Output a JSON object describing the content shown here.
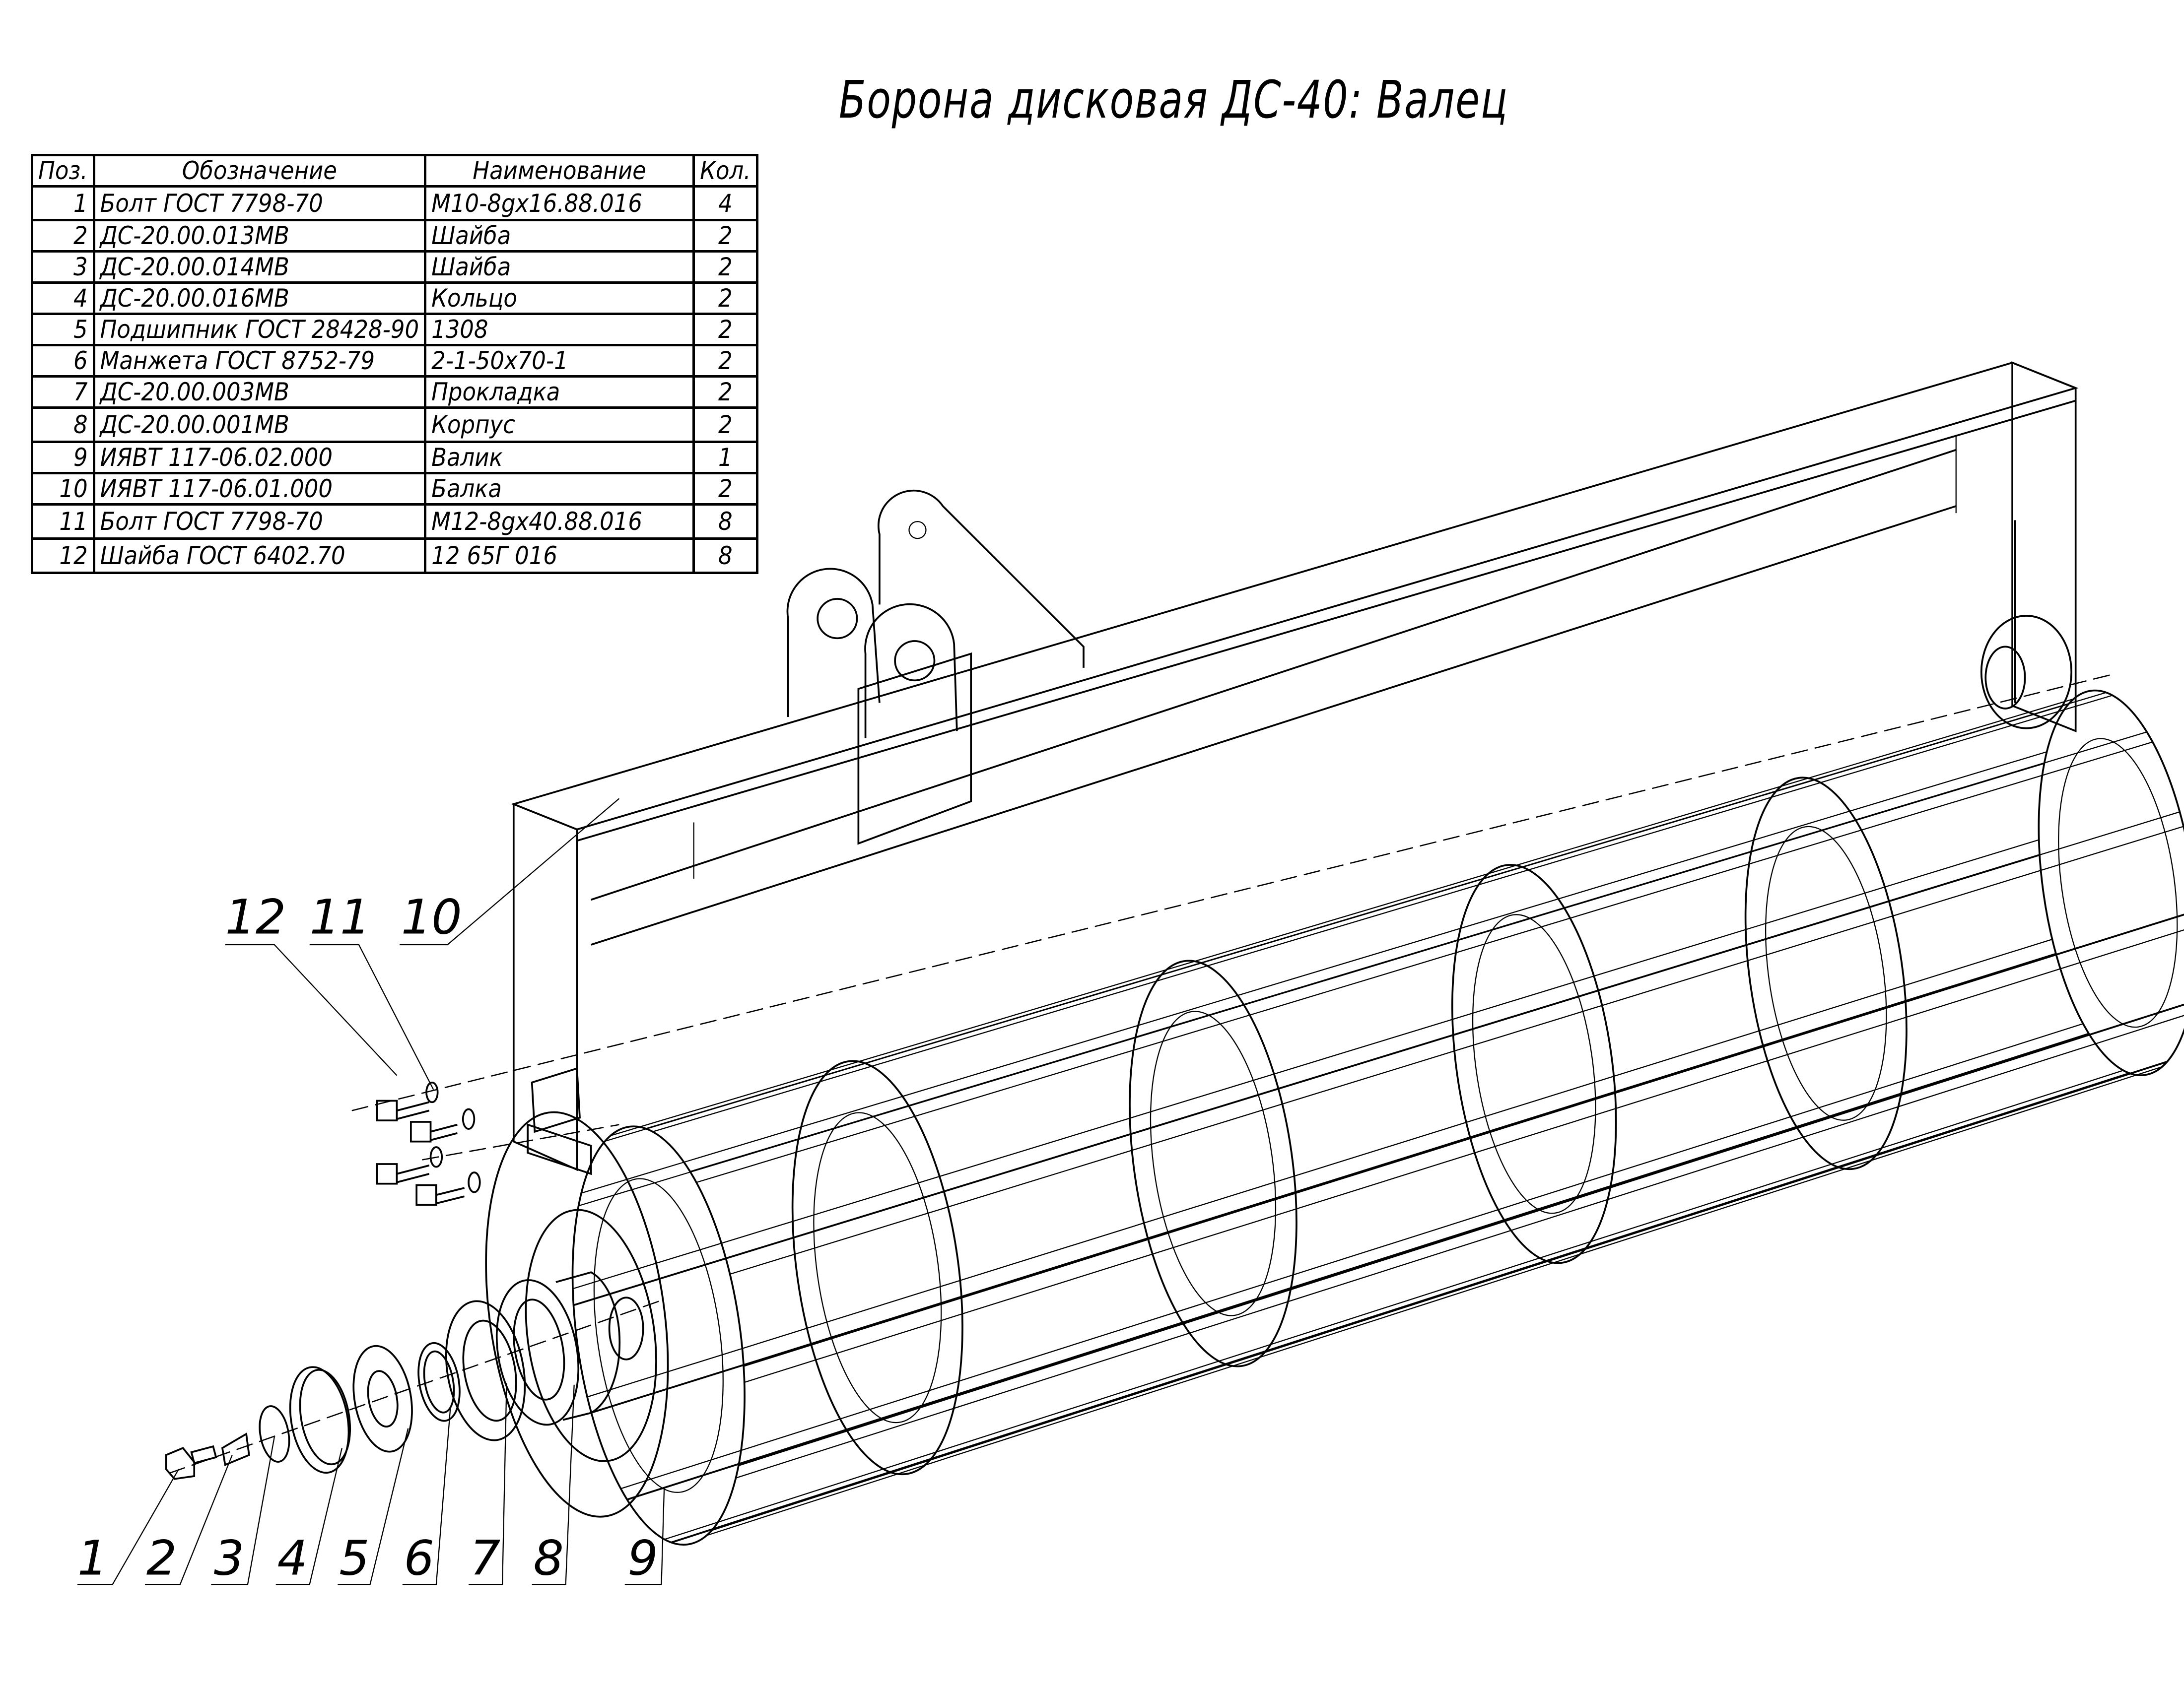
{
  "title": "Борона дисковая ДС-40: Валец",
  "table": {
    "headers": [
      "Поз.",
      "Обозначение",
      "Наименование",
      "Кол."
    ],
    "rows": [
      [
        "1",
        "Болт ГОСТ 7798-70",
        "М10-8gx16.88.016",
        "4"
      ],
      [
        "2",
        "ДС-20.00.013МВ",
        "Шайба",
        "2"
      ],
      [
        "3",
        "ДС-20.00.014МВ",
        "Шайба",
        "2"
      ],
      [
        "4",
        "ДС-20.00.016МВ",
        "Кольцо",
        "2"
      ],
      [
        "5",
        "Подшипник ГОСТ 28428-90",
        "1308",
        "2"
      ],
      [
        "6",
        "Манжета ГОСТ 8752-79",
        "2-1-50x70-1",
        "2"
      ],
      [
        "7",
        "ДС-20.00.003МВ",
        "Прокладка",
        "2"
      ],
      [
        "8",
        "ДС-20.00.001МВ",
        "Корпус",
        "2"
      ],
      [
        "9",
        "ИЯВТ 117-06.02.000",
        "Валик",
        "1"
      ],
      [
        "10",
        "ИЯВТ 117-06.01.000",
        "Балка",
        "2"
      ],
      [
        "11",
        "Болт ГОСТ 7798-70",
        "М12-8gx40.88.016",
        "8"
      ],
      [
        "12",
        "Шайба ГОСТ 6402.70",
        "12 65Г 016",
        "8"
      ]
    ]
  },
  "callouts": [
    "1",
    "2",
    "3",
    "4",
    "5",
    "6",
    "7",
    "8",
    "9",
    "10",
    "11",
    "12"
  ]
}
